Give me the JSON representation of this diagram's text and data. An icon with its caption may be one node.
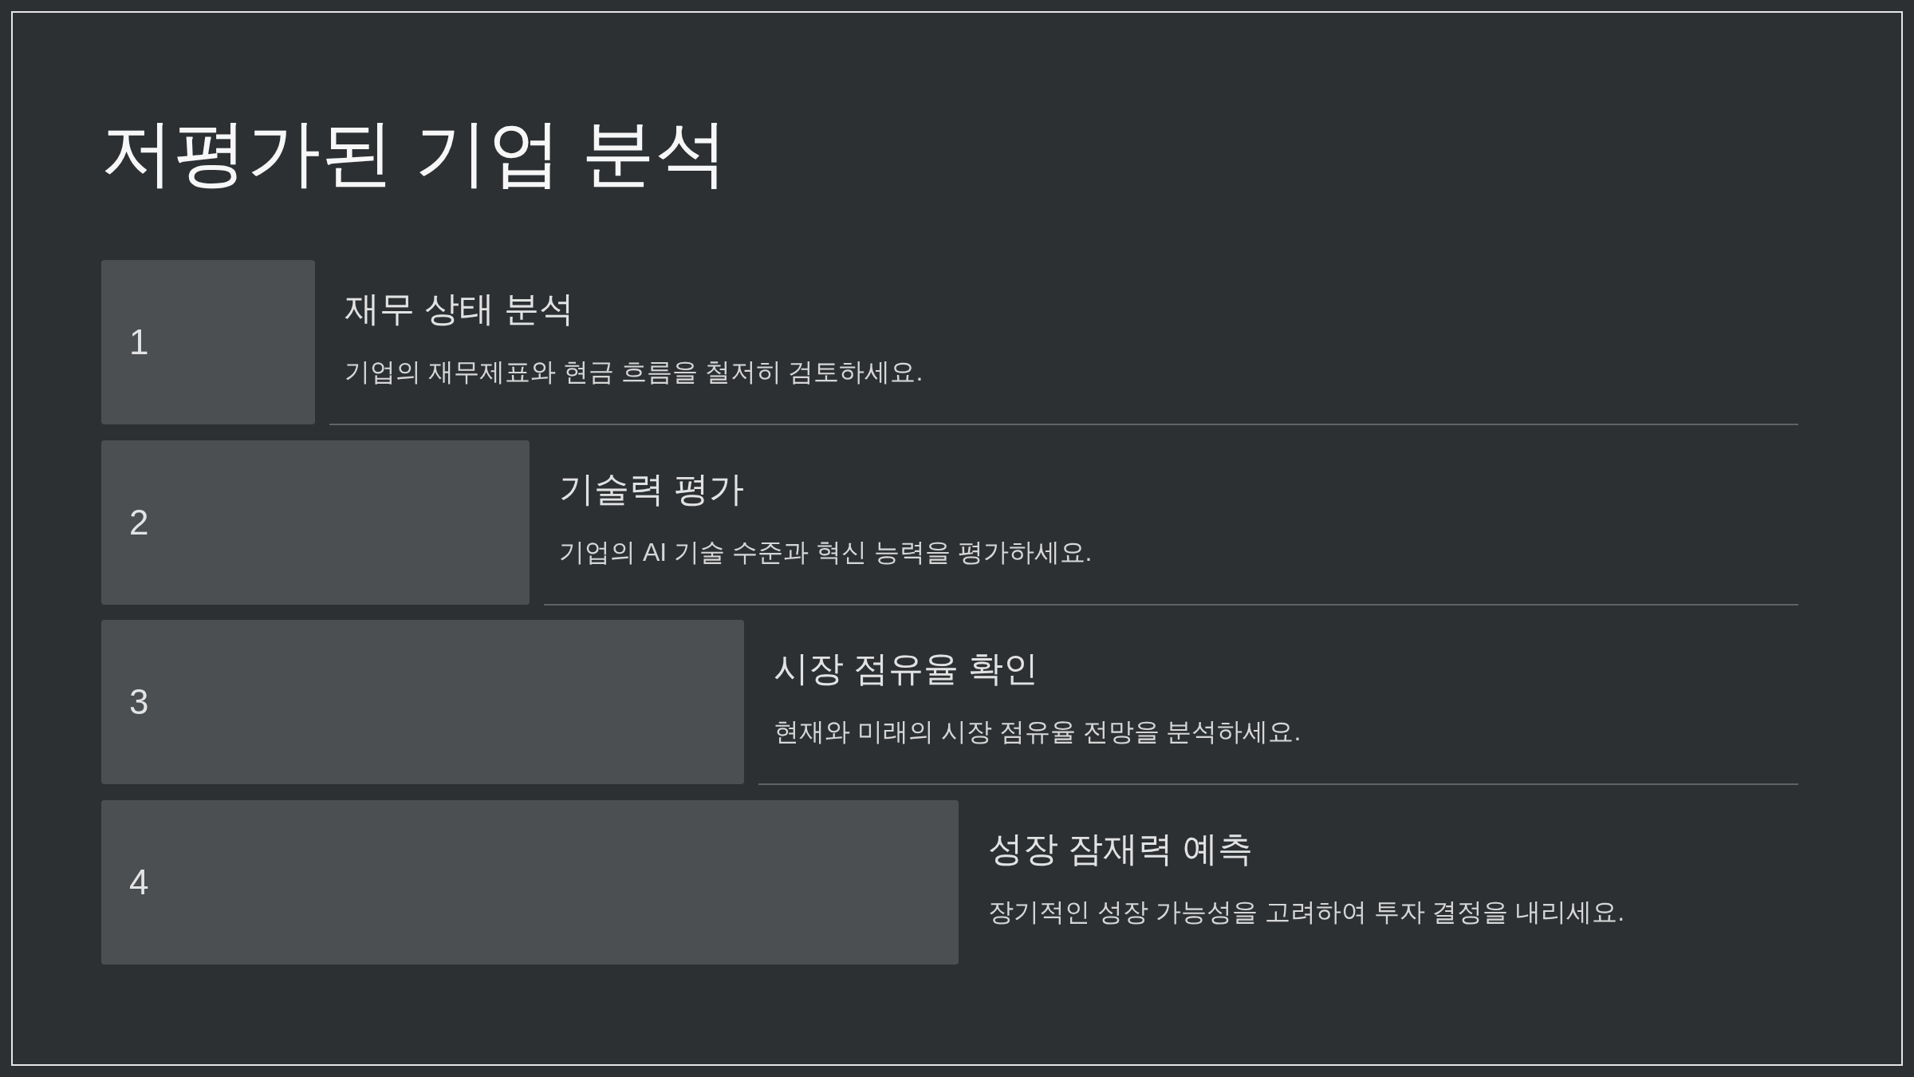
{
  "diagram": {
    "title": "저평가된 기업 분석",
    "nodes": [
      {
        "text": [
          "1"
        ],
        "beside": [
          "재무 상태 분석",
          "기업의 재무제표와 현금 흐름을 철저히 검토하세요."
        ]
      },
      {
        "text": [
          "2"
        ],
        "beside": [
          "기술력 평가",
          "기업의 AI 기술 수준과 혁신 능력을 평가하세요."
        ]
      },
      {
        "text": [
          "3"
        ],
        "beside": [
          "시장 점유율 확인",
          "현재와 미래의 시장 점유율 전망을 분석하세요."
        ]
      },
      {
        "text": [
          "4"
        ],
        "beside": [
          "성장 잠재력 예측",
          "장기적인 성장 가능성을 고려하여 투자 결정을 내리세요."
        ]
      }
    ]
  }
}
